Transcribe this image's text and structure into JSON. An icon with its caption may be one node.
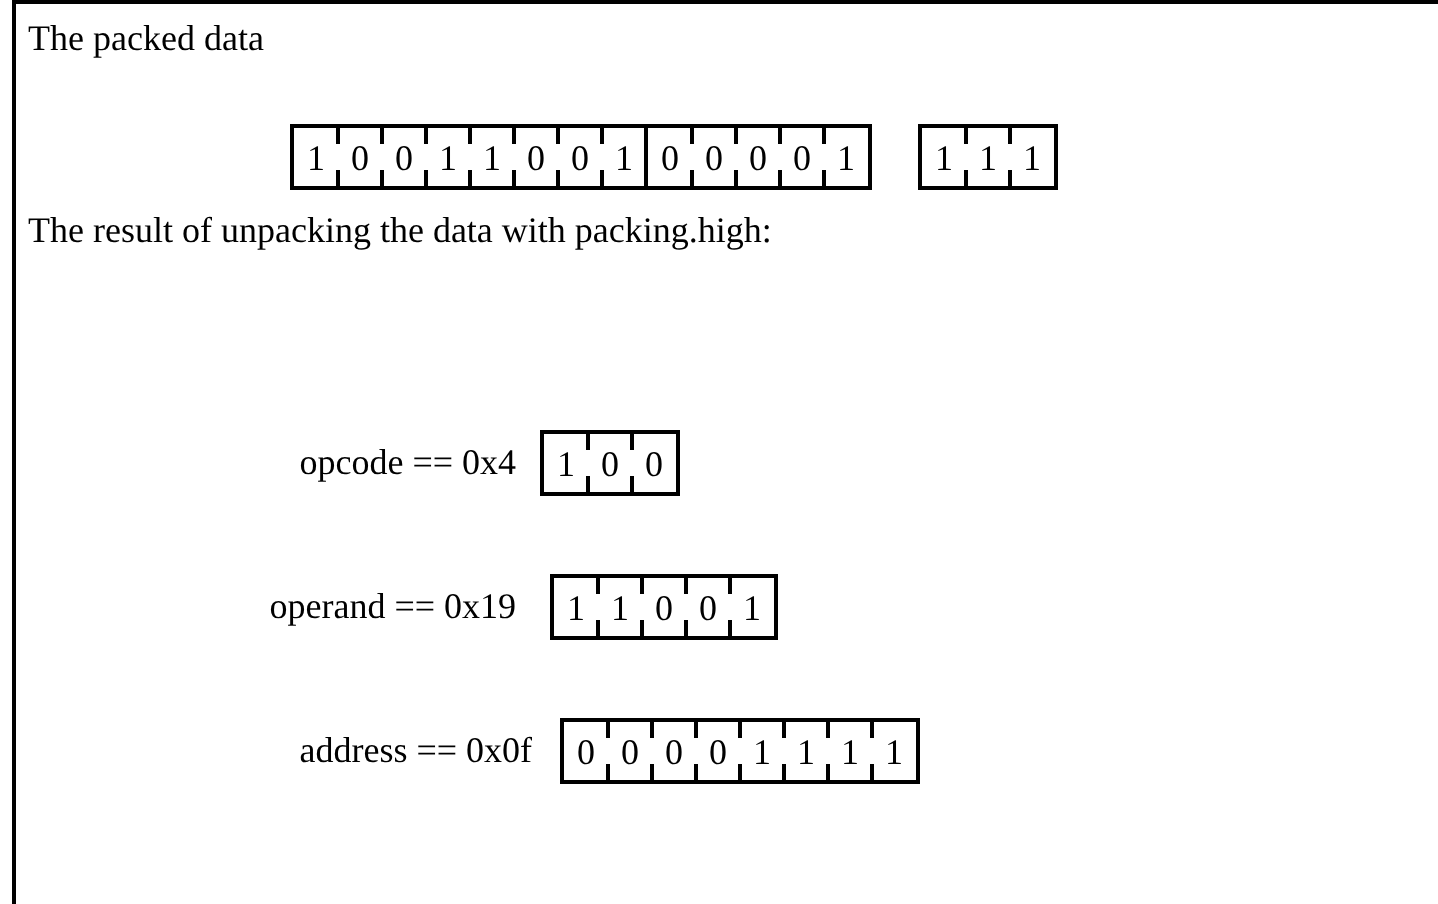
{
  "diagram": {
    "nodes": [
      {
        "text": [
          "1",
          "0",
          "0",
          "1",
          "1",
          "0",
          "0",
          "1"
        ]
      },
      {
        "text": [
          "0",
          "0",
          "0",
          "0",
          "1"
        ]
      },
      {
        "text": [
          "1",
          "1",
          "1"
        ]
      },
      {
        "text": [
          "1",
          "0",
          "0"
        ],
        "beside": [
          "opcode == 0x4"
        ]
      },
      {
        "text": [
          "1",
          "1",
          "0",
          "0",
          "1"
        ],
        "beside": [
          "operand == 0x19"
        ]
      },
      {
        "text": [
          "0",
          "0",
          "0",
          "0",
          "1",
          "1",
          "1",
          "1"
        ],
        "beside": [
          "address == 0x0f"
        ]
      }
    ],
    "labels": [
      "The packed data",
      "The result of unpacking the data with packing.high:"
    ]
  }
}
